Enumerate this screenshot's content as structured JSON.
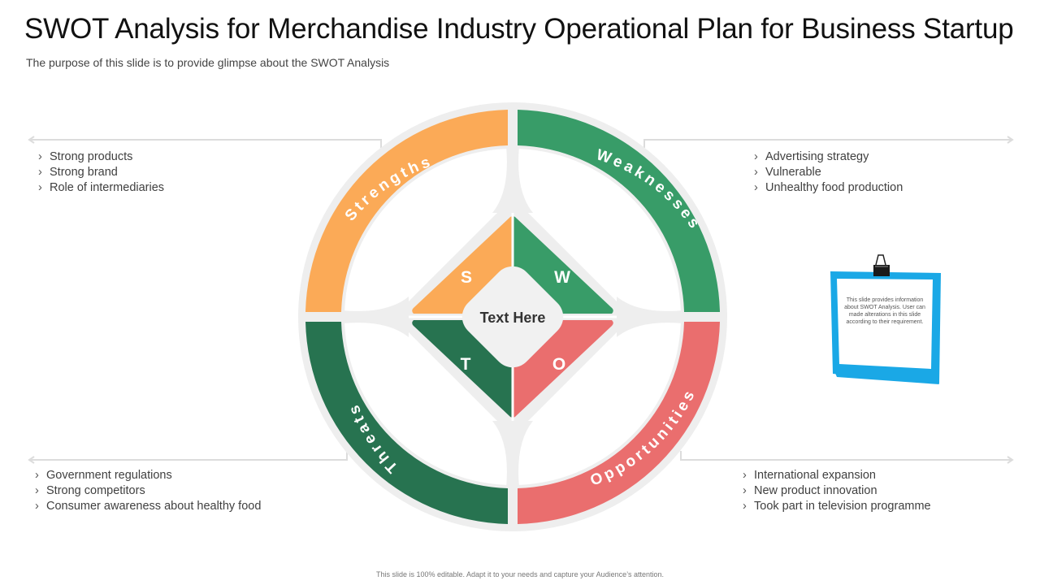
{
  "title": "SWOT Analysis for Merchandise Industry Operational Plan for Business Startup",
  "subtitle": "The purpose of this slide is to provide glimpse about the SWOT Analysis",
  "center_text": "Text Here",
  "quadrants": {
    "strengths": {
      "label": "Strengths",
      "letter": "S",
      "color": "#fbaa57",
      "items": [
        "Strong products",
        "Strong brand",
        "Role of intermediaries"
      ]
    },
    "weaknesses": {
      "label": "Weaknesses",
      "letter": "W",
      "color": "#389c68",
      "items": [
        "Advertising strategy",
        "Vulnerable",
        "Unhealthy food production"
      ]
    },
    "threats": {
      "label": "Threats",
      "letter": "T",
      "color": "#277350",
      "items": [
        "Government regulations",
        "Strong competitors",
        "Consumer awareness about healthy food"
      ]
    },
    "opportunities": {
      "label": "Opportunities",
      "letter": "O",
      "color": "#ea6e6e",
      "items": [
        "International expansion",
        "New product innovation",
        "Took part in television programme"
      ]
    }
  },
  "note": "This slide provides information about SWOT Analysis. User can made alterations in this slide according to their requirement.",
  "note_color": "#1aa8e6",
  "footer": "This slide is 100% editable. Adapt it to your needs and capture your Audience’s attention."
}
